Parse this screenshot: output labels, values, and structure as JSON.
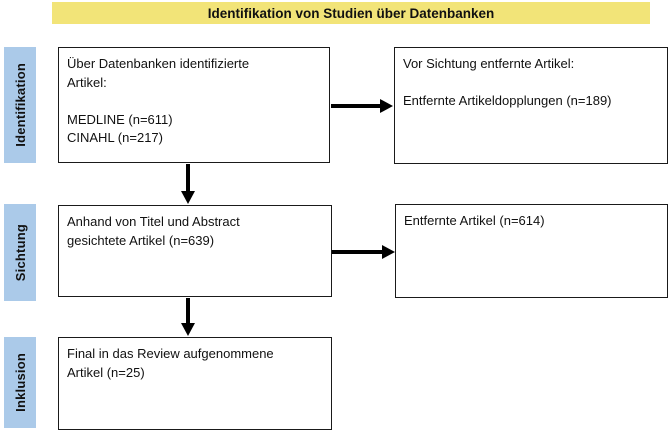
{
  "header": {
    "title": "Identifikation von Studien über Datenbanken"
  },
  "colors": {
    "banner_bg": "#F2E478",
    "label_bg": "#ABCAE9",
    "box_border": "#1a1a1a",
    "arrow": "#000000",
    "text": "#111111"
  },
  "stage_labels": [
    {
      "label": "Identifikation"
    },
    {
      "label": "Sichtung"
    },
    {
      "label": "Inklusion"
    }
  ],
  "boxes": [
    {
      "id": "identified",
      "text": "Über Datenbanken identifizierte\nArtikel:\n\nMEDLINE (n=611)\nCINAHL (n=217)"
    },
    {
      "id": "duplicates-removed",
      "text": "Vor Sichtung entfernte Artikel:\n\nEntfernte Artikeldopplungen (n=189)"
    },
    {
      "id": "screened",
      "text": "Anhand von Titel und Abstract\ngesichtete Artikel (n=639)"
    },
    {
      "id": "excluded",
      "text": "Entfernte Artikel (n=614)"
    },
    {
      "id": "included",
      "text": "Final in das Review aufgenommene\nArtikel (n=25)"
    }
  ]
}
